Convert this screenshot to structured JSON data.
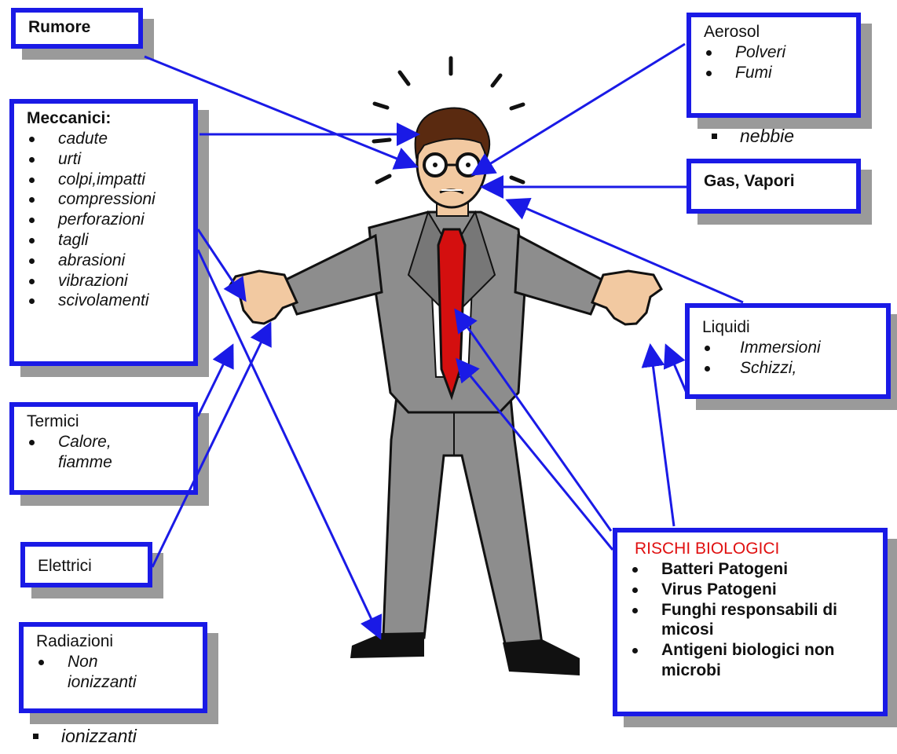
{
  "boxes": {
    "rumore": {
      "title": "Rumore"
    },
    "meccanici": {
      "title": "Meccanici:",
      "items": [
        "cadute",
        "urti",
        "colpi,impatti",
        "compressioni",
        "perforazioni",
        "tagli",
        "abrasioni",
        "vibrazioni",
        "scivolamenti"
      ]
    },
    "termici": {
      "title": "Termici",
      "items": [
        "Calore, fiamme"
      ]
    },
    "elettrici": {
      "title": "Elettrici"
    },
    "radiazioni": {
      "title": "Radiazioni",
      "items": [
        "Non ionizzanti"
      ],
      "overflow": "ionizzanti"
    },
    "aerosol": {
      "title": "Aerosol",
      "items": [
        "Polveri",
        "Fumi"
      ],
      "overflow": "nebbie"
    },
    "gas": {
      "title": "Gas, Vapori"
    },
    "liquidi": {
      "title": "Liquidi",
      "items": [
        "Immersioni",
        "Schizzi,"
      ]
    },
    "biologici": {
      "title": "RISCHI BIOLOGICI",
      "items": [
        "Batteri Patogeni",
        "Virus Patogeni",
        "Funghi responsabili di micosi",
        "Antigeni biologici non microbi"
      ]
    }
  },
  "colors": {
    "box_border": "#1a1ae6",
    "shadow": "#9a9a9a",
    "arrow": "#1a1ae6",
    "biological_title": "#e01010",
    "suit": "#8d8d8d",
    "tie": "#d40f0f",
    "skin": "#f2c9a1"
  },
  "icons": [
    "worried-man-illustration",
    "stress-lines",
    "arrow"
  ]
}
